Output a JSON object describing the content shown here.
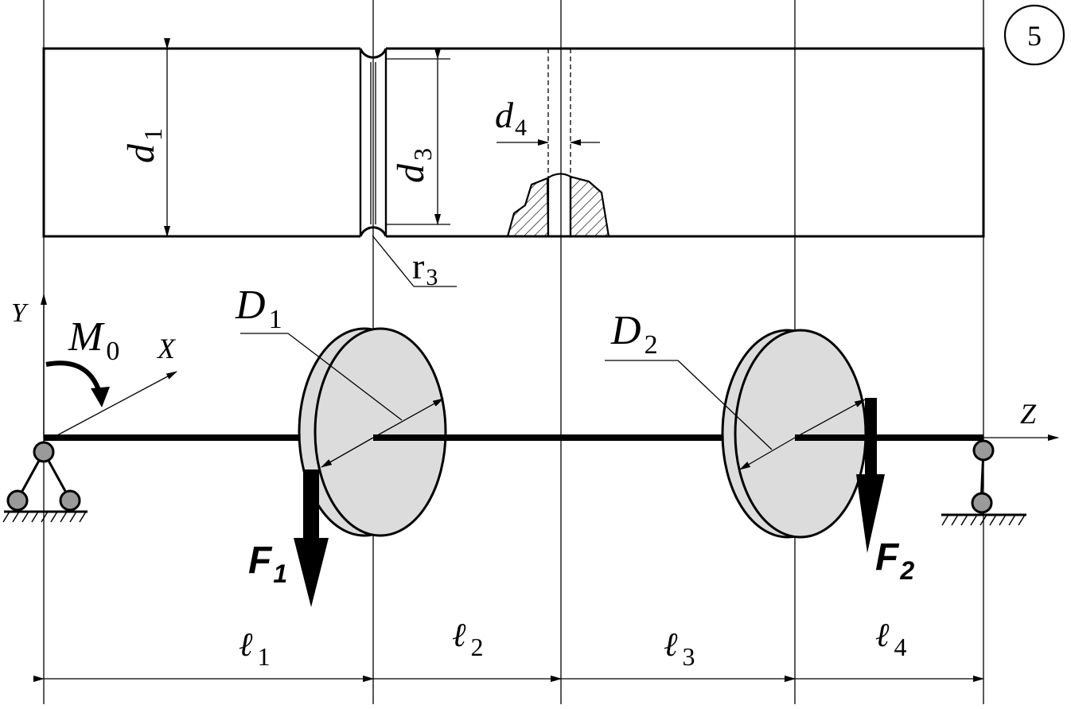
{
  "figure": {
    "number": "5"
  },
  "labels": {
    "d1": {
      "main": "d",
      "sub": "1"
    },
    "d3": {
      "main": "d",
      "sub": "3"
    },
    "d4": {
      "main": "d",
      "sub": "4"
    },
    "r3": {
      "main": "r",
      "sub": "3"
    },
    "D1": {
      "main": "D",
      "sub": "1"
    },
    "D2": {
      "main": "D",
      "sub": "2"
    },
    "M0": {
      "main": "M",
      "sub": "0"
    },
    "F1": {
      "main": "F",
      "sub": "1"
    },
    "F2": {
      "main": "F",
      "sub": "2"
    },
    "axis_y": "Y",
    "axis_x": "X",
    "axis_z": "Z",
    "l1": {
      "main": "ℓ",
      "sub": "1"
    },
    "l2": {
      "main": "ℓ",
      "sub": "2"
    },
    "l3": {
      "main": "ℓ",
      "sub": "3"
    },
    "l4": {
      "main": "ℓ",
      "sub": "4"
    }
  },
  "colors": {
    "disk_fill": "#dcdcdc",
    "support_fill": "#9a9a9a",
    "ink": "#000000"
  }
}
